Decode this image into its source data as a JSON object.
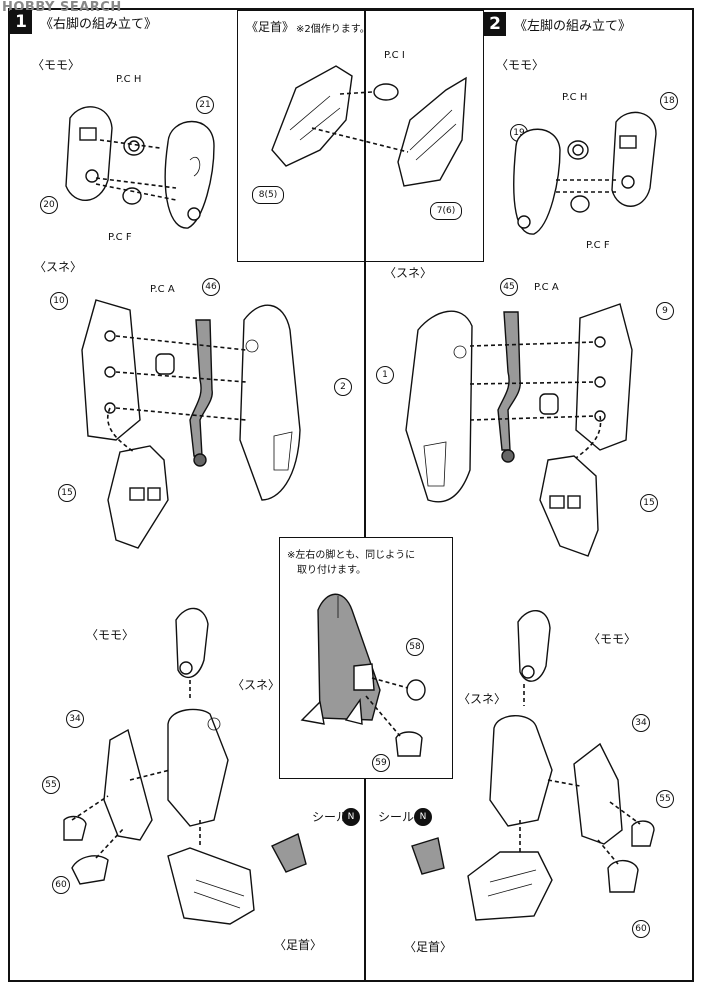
{
  "watermark": "HOBBY SEARCH",
  "step1": {
    "number": "1",
    "title": "《右脚の組み立て》"
  },
  "step2": {
    "number": "2",
    "title": "《左脚の組み立て》"
  },
  "foot_box": {
    "title": "《足首》",
    "note": "※2個作ります。"
  },
  "note_box": {
    "line1": "※左右の脚とも、同じように",
    "line2": "取り付けます。"
  },
  "labels": {
    "momo": "〈モモ〉",
    "sune": "〈スネ〉",
    "ashikubi": "〈足首〉",
    "seal": "シール"
  },
  "pc": {
    "H": "P.C H",
    "F": "P.C F",
    "A": "P.C A",
    "I": "P.C I"
  },
  "parts": {
    "p21": "21",
    "p20": "20",
    "p19": "19",
    "p18": "18",
    "p10": "10",
    "p46": "46",
    "p2": "2",
    "p15": "15",
    "p45": "45",
    "p9": "9",
    "p1": "1",
    "p8": "8(5)",
    "p7": "7(6)",
    "p58": "58",
    "p59": "59",
    "p34": "34",
    "p55": "55",
    "p60": "60",
    "sealN": "N"
  }
}
